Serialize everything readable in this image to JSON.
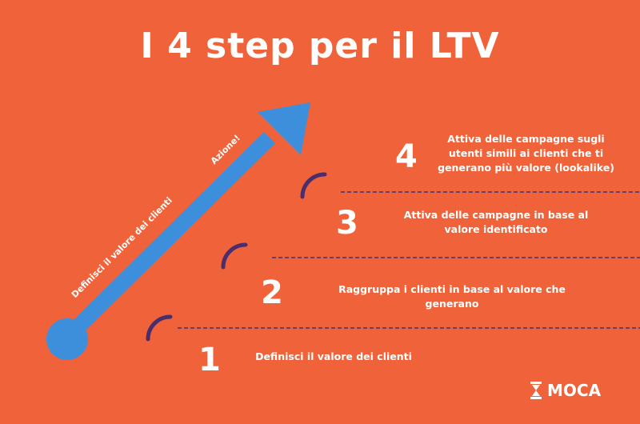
{
  "title": "I 4 step per il LTV",
  "arrow": {
    "label_left": "Definisci il valore dei clienti",
    "label_right": "Azione!"
  },
  "steps": [
    {
      "number": "1",
      "text": "Definisci il valore dei clienti"
    },
    {
      "number": "2",
      "text": "Raggruppa i clienti in base al valore che generano"
    },
    {
      "number": "3",
      "text": "Attiva delle campagne in base al valore identificato"
    },
    {
      "number": "4",
      "text": "Attiva delle campagne sugli utenti simili ai clienti che ti generano più valore (lookalike)"
    }
  ],
  "brand": {
    "name": "MOCA",
    "icon": "hourglass-icon"
  },
  "colors": {
    "background": "#f0633a",
    "arrow": "#3d8fdc",
    "arc": "#4a2d6b",
    "divider": "#4a2d6b",
    "text": "#ffffff"
  }
}
